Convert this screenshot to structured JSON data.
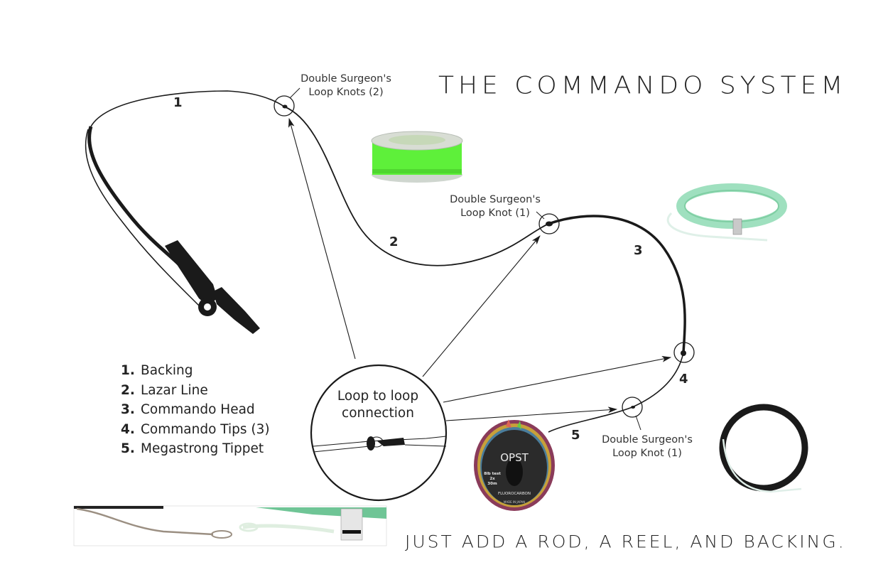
{
  "title": "THE COMMANDO SYSTEM",
  "tagline": "JUST ADD A ROD, A REEL, AND BACKING.",
  "callouts": {
    "knots_top": [
      "Double Surgeon's",
      "Loop Knots (2)"
    ],
    "knot_mid": [
      "Double Surgeon's",
      "Loop Knot (1)"
    ],
    "knot_bottom": [
      "Double Surgeon's",
      "Loop Knot (1)"
    ]
  },
  "loop_connection": [
    "Loop to loop",
    "connection"
  ],
  "segment_numbers": [
    "1",
    "2",
    "3",
    "4",
    "5"
  ],
  "legend": [
    {
      "num": "1.",
      "label": "Backing"
    },
    {
      "num": "2.",
      "label": "Lazar Line"
    },
    {
      "num": "3.",
      "label": "Commando Head"
    },
    {
      "num": "4.",
      "label": "Commando Tips (3)"
    },
    {
      "num": "5.",
      "label": "Megastrong Tippet"
    }
  ],
  "products": {
    "green_spool": {
      "name": "lazar-line-spool",
      "color": "#5ef03a"
    },
    "mint_coil": {
      "name": "commando-head-coil",
      "color": "#9fe0bf"
    },
    "tippet_spool": {
      "name": "megastrong-tippet-spool",
      "brand": "OPST",
      "test": "8lb test",
      "x": "2x",
      "length": "30m",
      "material": "FLUOROCARBON",
      "origin": "MADE IN JAPAN"
    },
    "black_coil": {
      "name": "commando-tip-coil",
      "color": "#1a1a1a"
    }
  },
  "colors": {
    "line": "#1a1a1a",
    "text": "#2b2b2b"
  }
}
